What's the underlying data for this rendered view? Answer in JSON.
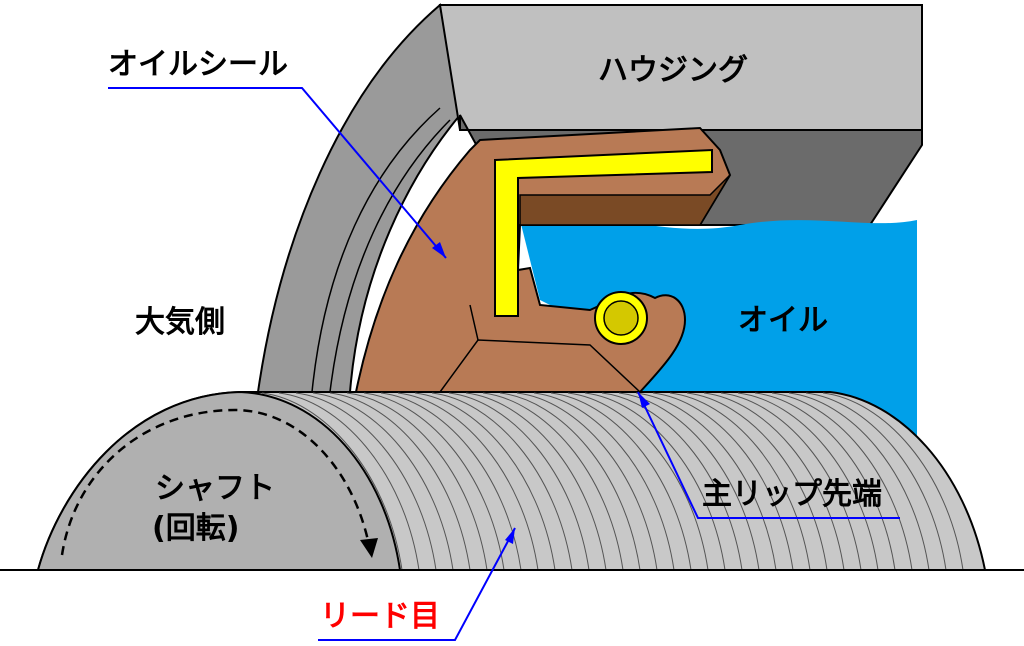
{
  "labels": {
    "oil_seal": "オイルシール",
    "housing": "ハウジング",
    "atmosphere": "大気側",
    "oil": "オイル",
    "shaft_line1": "シャフト",
    "shaft_line2": "(回転)",
    "main_lip": "主リップ先端",
    "lead_marks": "リード目"
  },
  "colors": {
    "housing_top": "#c0c0c0",
    "housing_side": "#8c8c8c",
    "housing_dark": "#6b6b6b",
    "seal_rubber": "#b87a55",
    "seal_dark": "#7a4a25",
    "metal_insert": "#ffff00",
    "spring": "#d4c800",
    "oil": "#00a0e9",
    "shaft": "#c8c8c8",
    "leader_line": "#0000ff",
    "lead_label": "#ff0000"
  }
}
